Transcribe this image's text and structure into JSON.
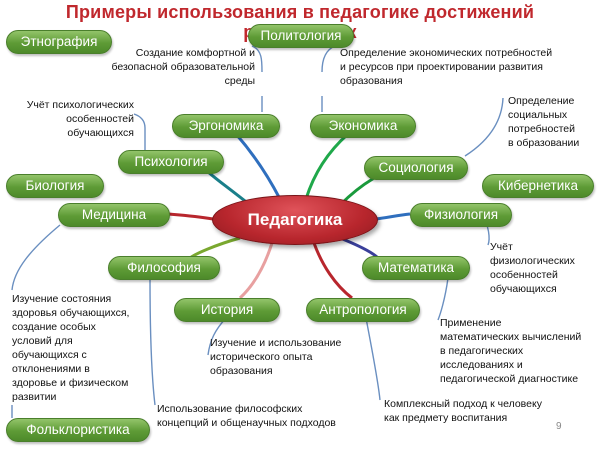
{
  "title": "Примеры использования в педагогике достижений разных наук",
  "center_node": "Педагогика",
  "nodes": {
    "ethnography": "Этнография",
    "politology": "Политология",
    "ergonomics": "Эргономика",
    "economics": "Экономика",
    "psychology": "Психология",
    "sociology": "Социология",
    "biology": "Биология",
    "cybernetics": "Кибернетика",
    "medicine": "Медицина",
    "physiology": "Физиология",
    "philosophy": "Философия",
    "mathematics": "Математика",
    "history": "История",
    "anthropology": "Антропология",
    "folkloristics": "Фольклористика"
  },
  "notes": {
    "ergonomics": "Создание комфортной и\nбезопасной образовательной\nсреды",
    "economics": "Определение экономических потребностей\nи ресурсов при проектировании развития\nобразования",
    "psychology": "Учёт психологических\nособенностей\nобучающихся",
    "sociology": "Определение\nсоциальных\nпотребностей\nв образовании",
    "physiology": "Учёт\nфизиологических\nособенностей\nобучающихся",
    "medicine": "Изучение состояния\nздоровья обучающихся,\nсоздание особых\nусловий для\nобучающихся  с\nотклонениями в\nздоровье и физическом\nразвитии",
    "history": "Изучение и использование\nисторического опыта\nобразования",
    "mathematics": "Применение\nматематических вычислений\nв педагогических\nисследованиях и\nпедагогической диагностике",
    "anthropology": "Комплексный подход к человеку\nкак предмету воспитания",
    "philosophy": "Использование философских\nконцепций и общенаучных подходов"
  },
  "page_number": "9",
  "colors": {
    "title": "#c0282d",
    "pill": "#5e9b36",
    "center": "#b8262d",
    "connector": "#6a8fc0"
  }
}
